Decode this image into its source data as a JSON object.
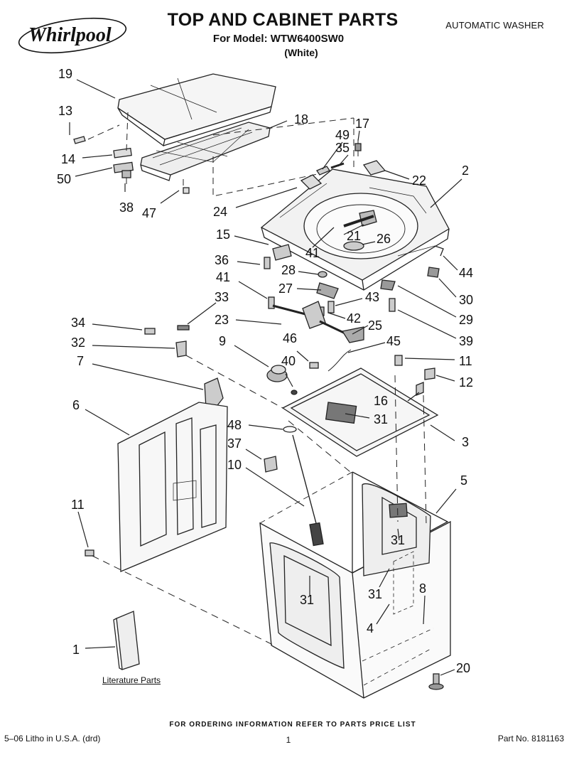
{
  "header": {
    "brand": "Whirlpool",
    "title": "TOP AND CABINET PARTS",
    "subtitle": "For Model: WTW6400SW0",
    "color_variant": "(White)",
    "appliance_type": "AUTOMATIC WASHER"
  },
  "diagram": {
    "callouts": [
      {
        "id": "c19",
        "text": "19"
      },
      {
        "id": "c13",
        "text": "13"
      },
      {
        "id": "c14",
        "text": "14"
      },
      {
        "id": "c50",
        "text": "50"
      },
      {
        "id": "c38",
        "text": "38"
      },
      {
        "id": "c47",
        "text": "47"
      },
      {
        "id": "c18",
        "text": "18"
      },
      {
        "id": "c17",
        "text": "17"
      },
      {
        "id": "c49",
        "text": "49"
      },
      {
        "id": "c35",
        "text": "35"
      },
      {
        "id": "c22",
        "text": "22"
      },
      {
        "id": "c2",
        "text": "2"
      },
      {
        "id": "c24",
        "text": "24"
      },
      {
        "id": "c15",
        "text": "15"
      },
      {
        "id": "c21",
        "text": "21"
      },
      {
        "id": "c26",
        "text": "26"
      },
      {
        "id": "c41a",
        "text": "41"
      },
      {
        "id": "c36",
        "text": "36"
      },
      {
        "id": "c44",
        "text": "44"
      },
      {
        "id": "c28",
        "text": "28"
      },
      {
        "id": "c41b",
        "text": "41"
      },
      {
        "id": "c27",
        "text": "27"
      },
      {
        "id": "c30",
        "text": "30"
      },
      {
        "id": "c43",
        "text": "43"
      },
      {
        "id": "c33",
        "text": "33"
      },
      {
        "id": "c29",
        "text": "29"
      },
      {
        "id": "c42",
        "text": "42"
      },
      {
        "id": "c23",
        "text": "23"
      },
      {
        "id": "c25",
        "text": "25"
      },
      {
        "id": "c39",
        "text": "39"
      },
      {
        "id": "c34",
        "text": "34"
      },
      {
        "id": "c46",
        "text": "46"
      },
      {
        "id": "c45",
        "text": "45"
      },
      {
        "id": "c9",
        "text": "9"
      },
      {
        "id": "c32",
        "text": "32"
      },
      {
        "id": "c11a",
        "text": "11"
      },
      {
        "id": "c40",
        "text": "40"
      },
      {
        "id": "c12",
        "text": "12"
      },
      {
        "id": "c7",
        "text": "7"
      },
      {
        "id": "c16",
        "text": "16"
      },
      {
        "id": "c6",
        "text": "6"
      },
      {
        "id": "c31a",
        "text": "31"
      },
      {
        "id": "c48",
        "text": "48"
      },
      {
        "id": "c3",
        "text": "3"
      },
      {
        "id": "c37",
        "text": "37"
      },
      {
        "id": "c10",
        "text": "10"
      },
      {
        "id": "c5",
        "text": "5"
      },
      {
        "id": "c11b",
        "text": "11"
      },
      {
        "id": "c31b",
        "text": "31"
      },
      {
        "id": "c31c",
        "text": "31"
      },
      {
        "id": "c8",
        "text": "8"
      },
      {
        "id": "c31d",
        "text": "31"
      },
      {
        "id": "c4",
        "text": "4"
      },
      {
        "id": "c1",
        "text": "1"
      },
      {
        "id": "c20",
        "text": "20"
      }
    ],
    "literature_label": "Literature Parts"
  },
  "footer": {
    "order_note": "FOR ORDERING INFORMATION REFER TO PARTS PRICE LIST",
    "litho": "5–06 Litho in U.S.A. (drd)",
    "page_number": "1",
    "part_number": "Part No. 8181163"
  }
}
